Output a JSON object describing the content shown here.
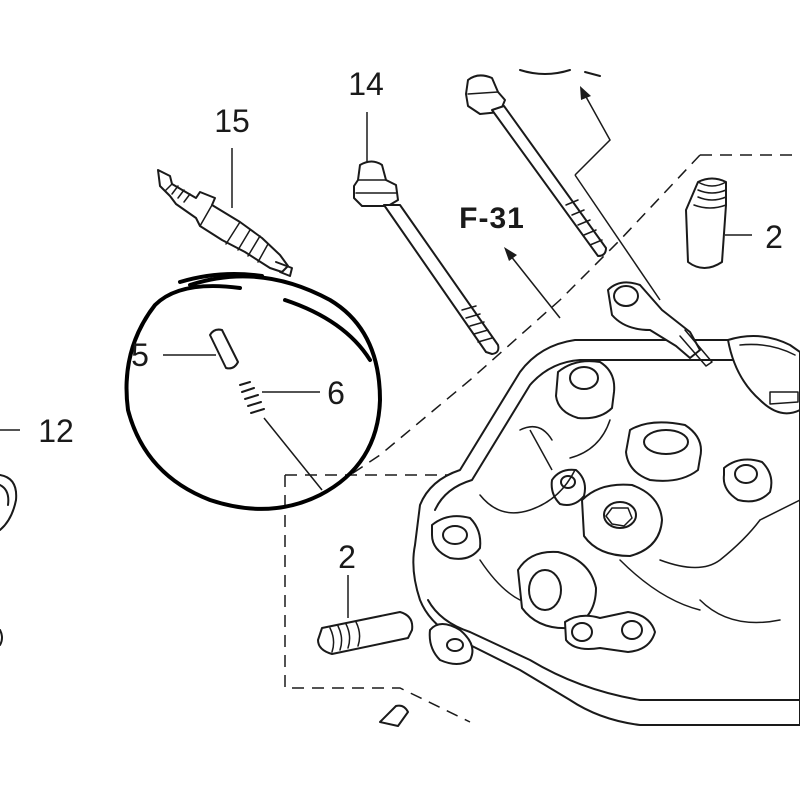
{
  "labels": {
    "part_15": "15",
    "part_14": "14",
    "part_2_top": "2",
    "part_2_bottom": "2",
    "part_5": "5",
    "part_6": "6",
    "part_12": "12",
    "ref_f31": "F-31"
  },
  "colors": {
    "ink": "#1a1a1a",
    "background": "#ffffff",
    "highlight_circle": "#000000"
  }
}
